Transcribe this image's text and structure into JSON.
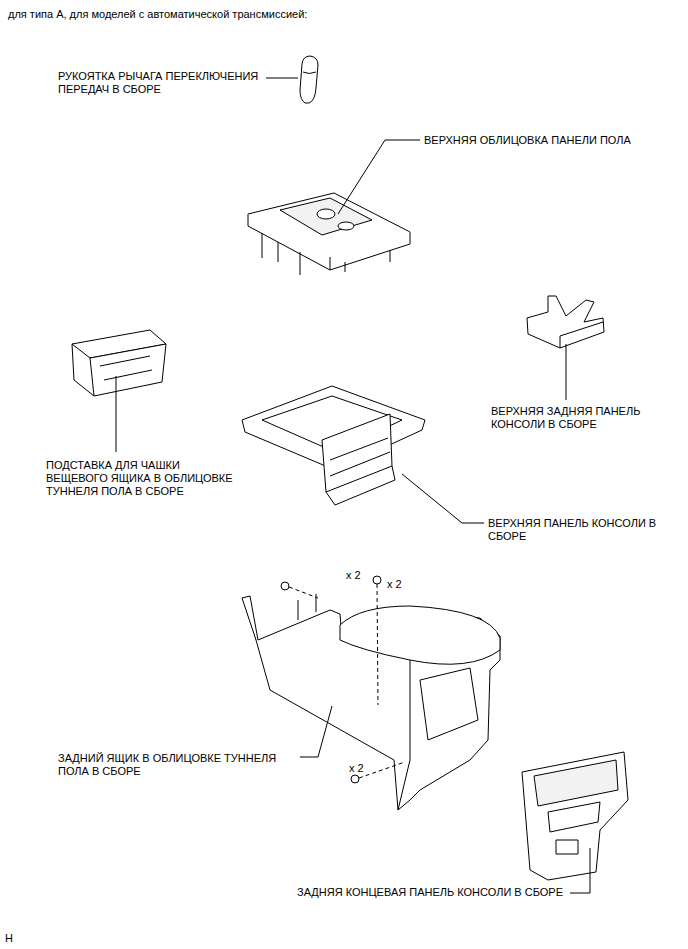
{
  "diagram": {
    "title": "для типа A, для моделей с автоматической трансмиссией:",
    "labels": [
      "РУКОЯТКА РЫЧАГА ПЕРЕКЛЮЧЕНИЯ ПЕРЕДАЧ В СБОРЕ",
      "ВЕРХНЯЯ ОБЛИЦОВКА ПАНЕЛИ ПОЛА",
      "ПОДСТАВКА ДЛЯ ЧАШКИ ВЕЩЕВОГО ЯЩИКА В ОБЛИЦОВКЕ ТУННЕЛЯ ПОЛА В СБОРЕ",
      "ВЕРХНЯЯ ЗАДНЯЯ ПАНЕЛЬ КОНСОЛИ В СБОРЕ",
      "ВЕРХНЯЯ ПАНЕЛЬ КОНСОЛИ В СБОРЕ",
      "x 2",
      "x 2",
      "x 2",
      "ЗАДНИЙ ЯЩИК В ОБЛИЦОВКЕ ТУННЕЛЯ ПОЛА В СБОРЕ",
      "ЗАДНЯЯ КОНЦЕВАЯ ПАНЕЛЬ КОНСОЛИ В СБОРЕ",
      "H"
    ]
  }
}
